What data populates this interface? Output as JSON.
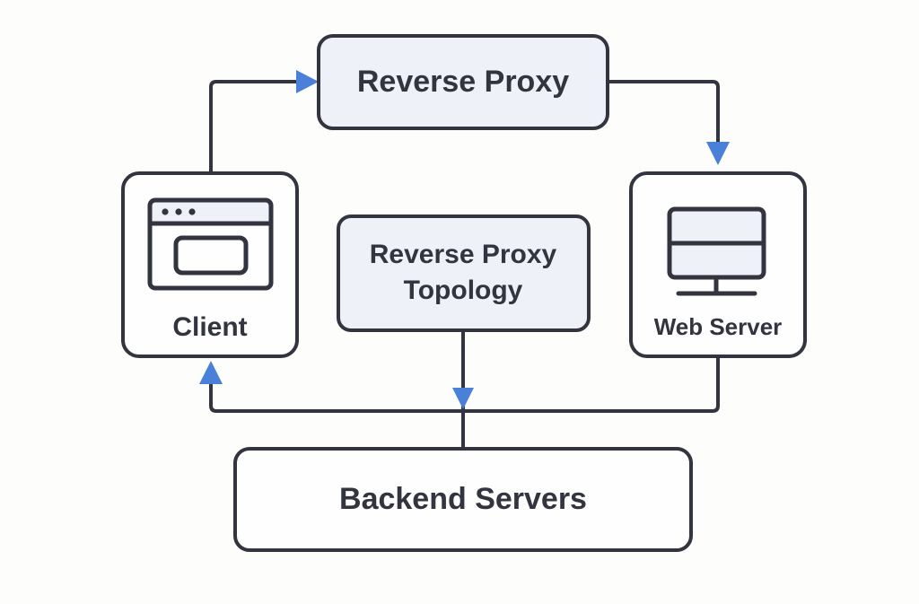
{
  "diagram": {
    "background_color": "#fdfdfc",
    "accent_color": "#4a80d8",
    "stroke_color": "#32343f",
    "node_fill_blue": "#eef1f7",
    "node_fill_white": "#fefefe",
    "nodes": [
      {
        "id": "reverse-proxy",
        "label": "Reverse Proxy",
        "shape": "rounded-rect",
        "fill": "#eef1f7"
      },
      {
        "id": "topology-title",
        "label_line1": "Reverse Proxy",
        "label_line2": "Topology",
        "shape": "rounded-rect",
        "fill": "#eef1f7"
      },
      {
        "id": "client",
        "label": "Client",
        "icon": "browser-window-icon",
        "shape": "rounded-rect",
        "fill": "#fefefe"
      },
      {
        "id": "web-server",
        "label": "Web Server",
        "icon": "monitor-server-icon",
        "shape": "rounded-rect",
        "fill": "#fefefe"
      },
      {
        "id": "backend-servers",
        "label": "Backend Servers",
        "shape": "rounded-rect",
        "fill": "#fefefe"
      }
    ],
    "edges": [
      {
        "id": "client-to-proxy",
        "from": "client",
        "to": "reverse-proxy",
        "arrow": "right"
      },
      {
        "id": "proxy-to-web-server",
        "from": "reverse-proxy",
        "to": "web-server",
        "arrow": "down"
      },
      {
        "id": "web-server-to-client",
        "from": "web-server",
        "to": "client",
        "arrow": "up"
      },
      {
        "id": "topology-to-backend",
        "from": "topology-title",
        "to": "backend-servers",
        "arrow": "down"
      }
    ]
  }
}
